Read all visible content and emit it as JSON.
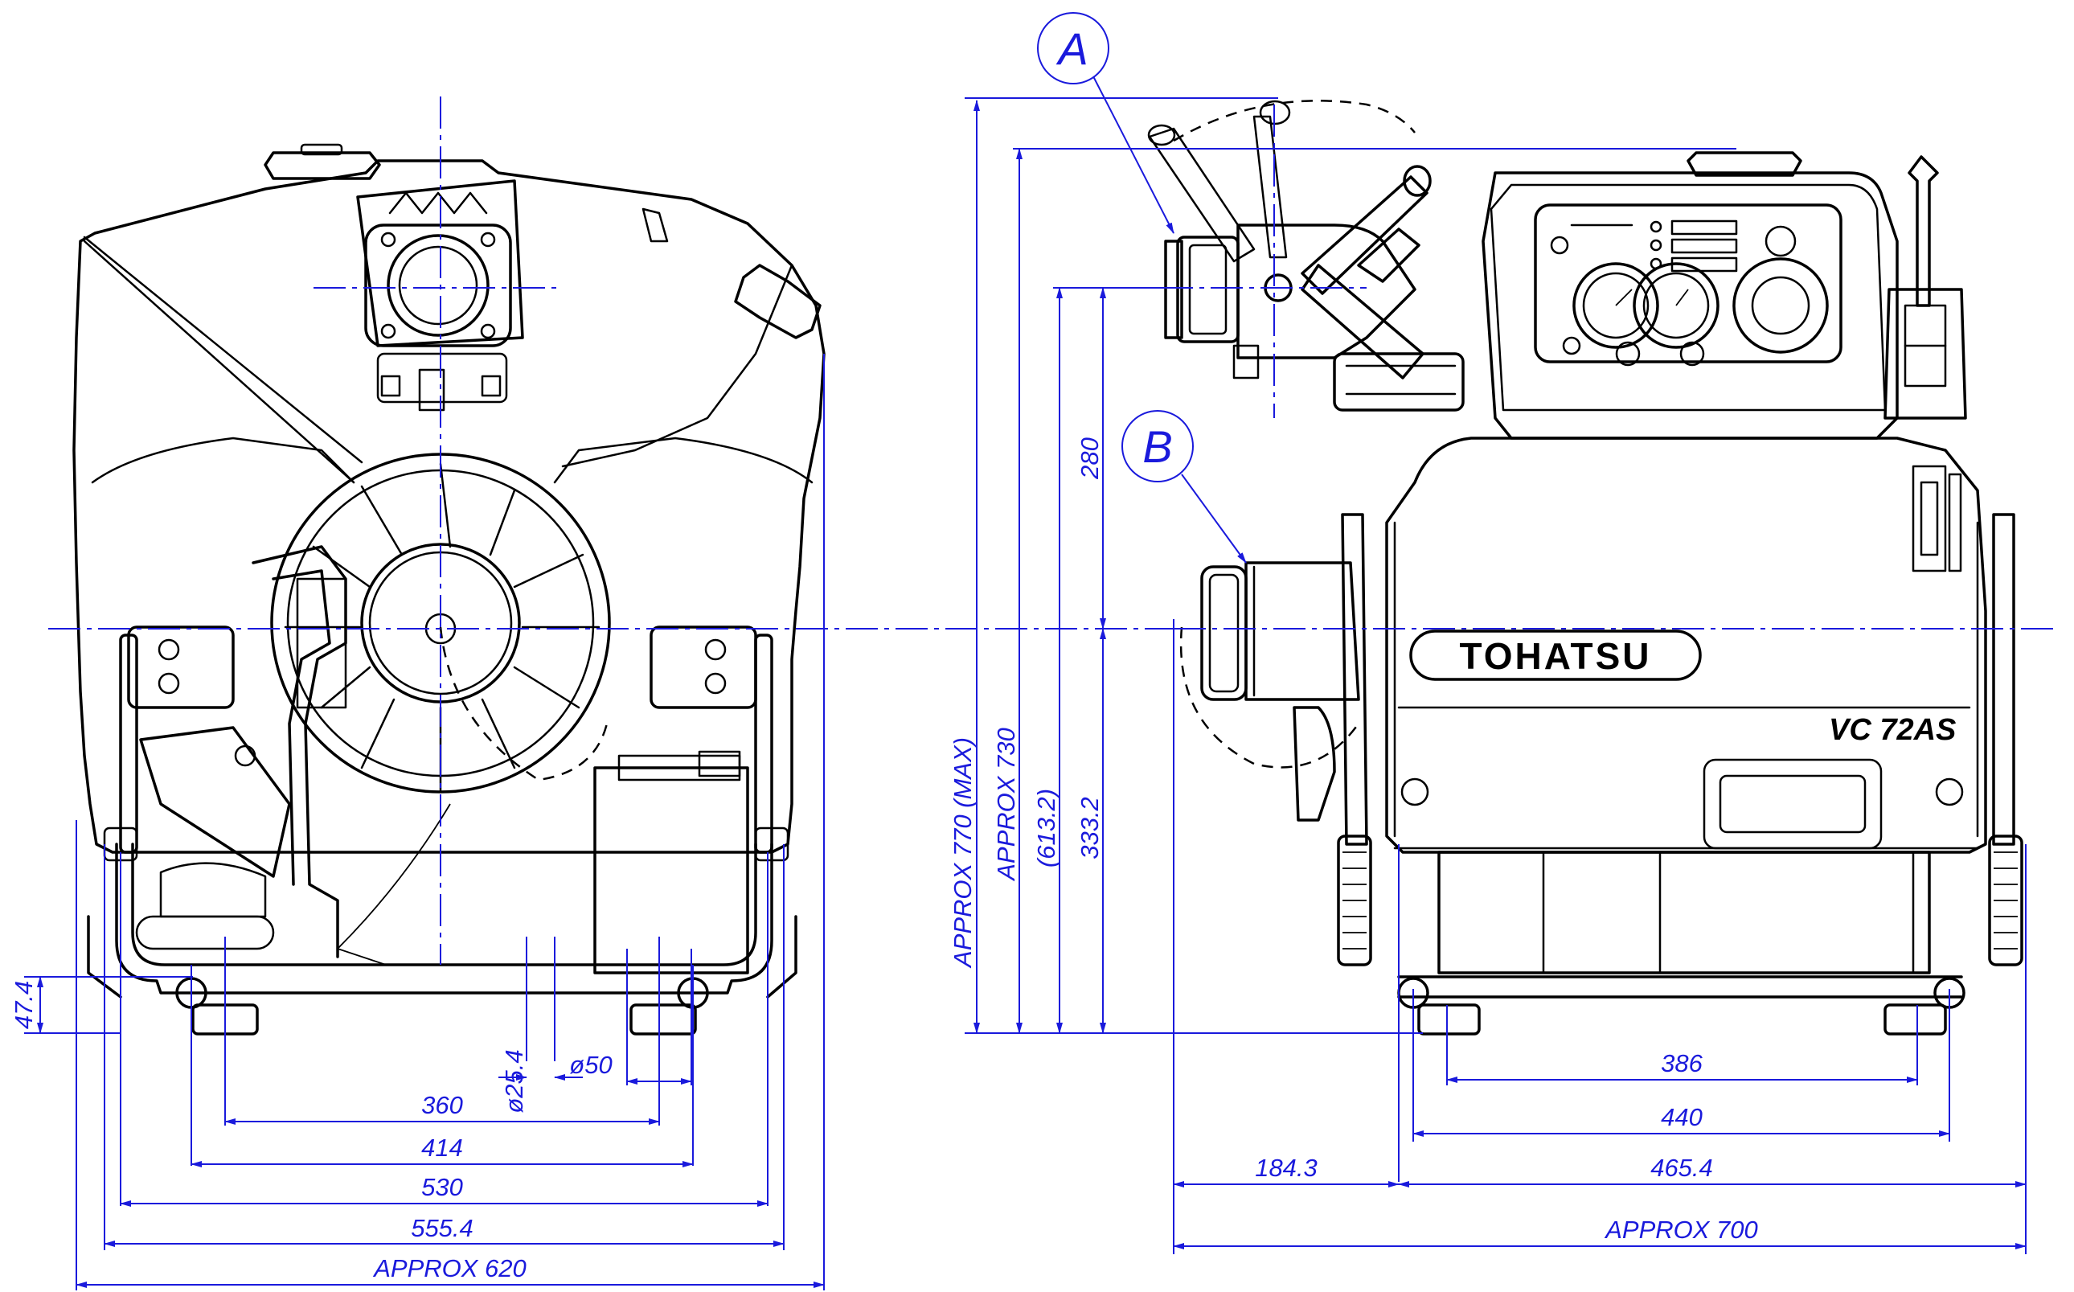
{
  "callouts": {
    "a": "A",
    "b": "B"
  },
  "front_view": {
    "dims": {
      "d_47_4": "47.4",
      "d_25_4": "ø25.4",
      "d_50": "ø50",
      "d_360": "360",
      "d_414": "414",
      "d_530": "530",
      "d_555_4": "555.4",
      "d_620": "APPROX 620"
    }
  },
  "side_view": {
    "brand_plate": "TOHATSU",
    "model_plate": "VC 72AS",
    "dims": {
      "d_770": "APPROX 770 (MAX)",
      "d_730": "APPROX 730",
      "d_613": "(613.2)",
      "d_333": "333.2",
      "d_280": "280",
      "d_386": "386",
      "d_440": "440",
      "d_184": "184.3",
      "d_465": "465.4",
      "d_700": "APPROX 700"
    }
  }
}
